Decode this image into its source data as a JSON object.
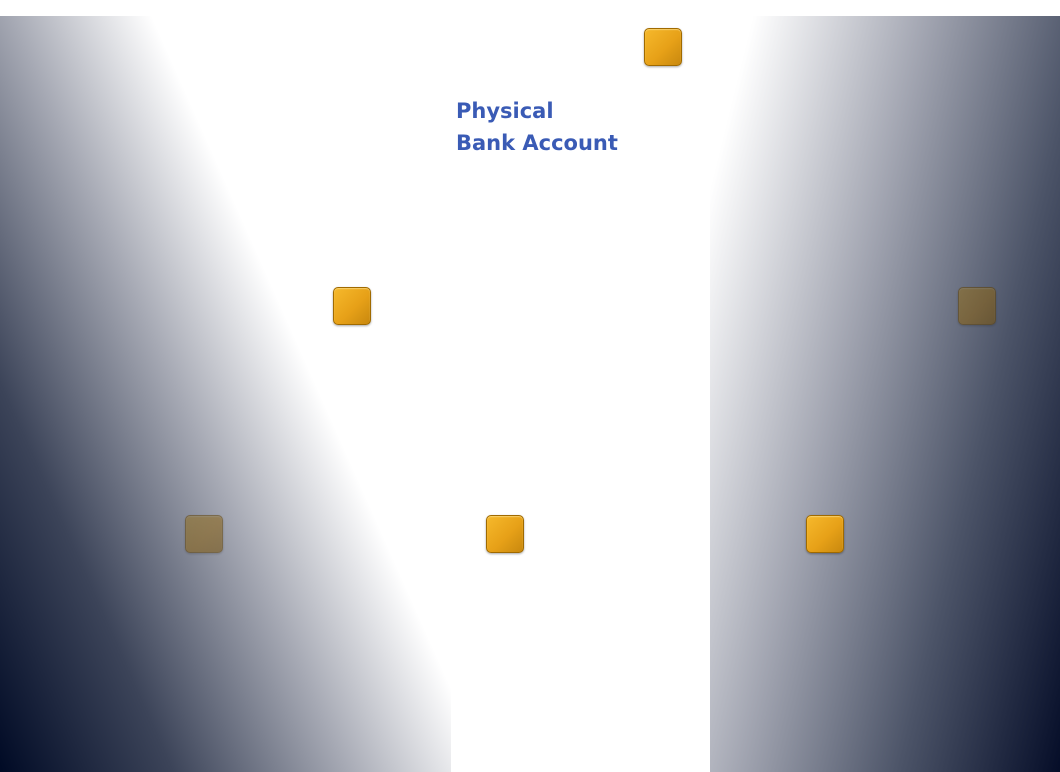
{
  "heading": {
    "lines": [
      "Physical",
      "Bank Account"
    ]
  },
  "colors": {
    "text": "#3a5bb5",
    "node_fill": "#e8a31a",
    "node_border": "#a06a00",
    "dark_gradient": "#000a25"
  },
  "nodes": [
    {
      "id": "top",
      "icon": "gold-square-node",
      "dimmed": false
    },
    {
      "id": "mid-left",
      "icon": "gold-square-node",
      "dimmed": false
    },
    {
      "id": "mid-right",
      "icon": "gold-square-node",
      "dimmed": true
    },
    {
      "id": "bottom-left",
      "icon": "gold-square-node",
      "dimmed": true
    },
    {
      "id": "bottom-center",
      "icon": "gold-square-node",
      "dimmed": false
    },
    {
      "id": "bottom-right",
      "icon": "gold-square-node",
      "dimmed": false
    }
  ]
}
